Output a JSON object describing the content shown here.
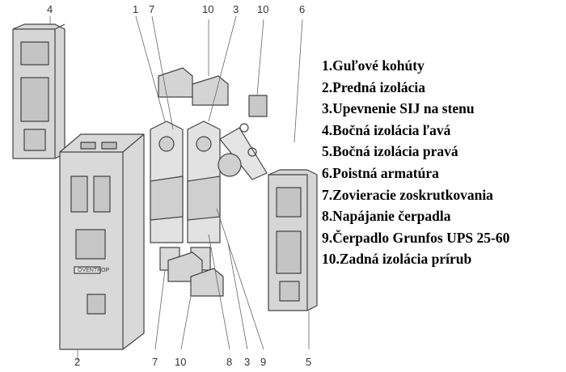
{
  "callouts_top": [
    "4",
    "1",
    "7",
    "10",
    "3",
    "10",
    "6"
  ],
  "callouts_bottom": [
    "2",
    "7",
    "10",
    "8",
    "3",
    "9",
    "5"
  ],
  "device_label": "OVENTROP",
  "legend": [
    "1.Guľové kohúty",
    "2.Predná izolácia",
    "3.Upevnenie SIJ na stenu",
    "4.Bočná izolácia ľavá",
    "5.Bočná izolácia pravá",
    "6.Poistná armatúra",
    "7.Zovieracie zoskrutkovania",
    "8.Napájanie čerpadla",
    "9.Čerpadlo Grunfos UPS 25-60",
    "10.Zadná izolácia prírub"
  ]
}
